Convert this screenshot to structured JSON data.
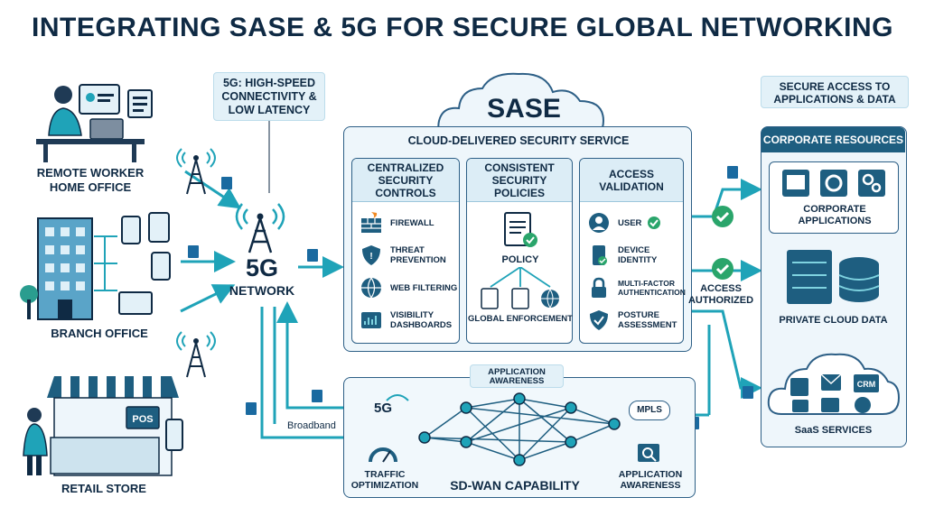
{
  "title": "INTEGRATING SASE & 5G FOR SECURE GLOBAL NETWORKING",
  "sites": {
    "remote": "REMOTE WORKER\nHOME OFFICE",
    "branch": "BRANCH OFFICE",
    "retail": "RETAIL STORE",
    "pos": "POS"
  },
  "callout_5g": "5G: HIGH-SPEED CONNECTIVITY & LOW LATENCY",
  "network": {
    "big": "5G",
    "label": "NETWORK"
  },
  "sase": {
    "title": "SASE",
    "subtitle": "CLOUD-DELIVERED SECURITY SERVICE",
    "centralized": {
      "head": "CENTRALIZED SECURITY CONTROLS",
      "items": [
        "FIREWALL",
        "THREAT PREVENTION",
        "WEB FILTERING",
        "VISIBILITY DASHBOARDS"
      ]
    },
    "consistent": {
      "head": "CONSISTENT SECURITY POLICIES",
      "policy": "POLICY",
      "global": "GLOBAL ENFORCEMENT"
    },
    "access": {
      "head": "ACCESS VALIDATION",
      "items": [
        "USER",
        "DEVICE IDENTITY",
        "MULTI-FACTOR AUTHENTICATION",
        "POSTURE ASSESSMENT"
      ]
    }
  },
  "access_authorized": "ACCESS AUTHORIZED",
  "secure_access": "SECURE ACCESS TO APPLICATIONS & DATA",
  "corporate": {
    "head": "CORPORATE RESOURCES",
    "apps": "CORPORATE APPLICATIONS",
    "cloud": "PRIVATE CLOUD DATA",
    "saas": "SaaS SERVICES",
    "crm": "CRM"
  },
  "sdwan": {
    "app_awareness_top": "APPLICATION AWARENESS",
    "label_5g": "5G",
    "broadband": "Broadband",
    "mpls": "MPLS",
    "traffic": "TRAFFIC OPTIMIZATION",
    "capability": "SD-WAN CAPABILITY",
    "app_awareness_bottom": "APPLICATION AWARENESS"
  },
  "colors": {
    "navy": "#0f2a44",
    "teal": "#1fa3b8",
    "panel": "#eef6fb",
    "border": "#2d5f86",
    "green": "#2aa56b"
  }
}
